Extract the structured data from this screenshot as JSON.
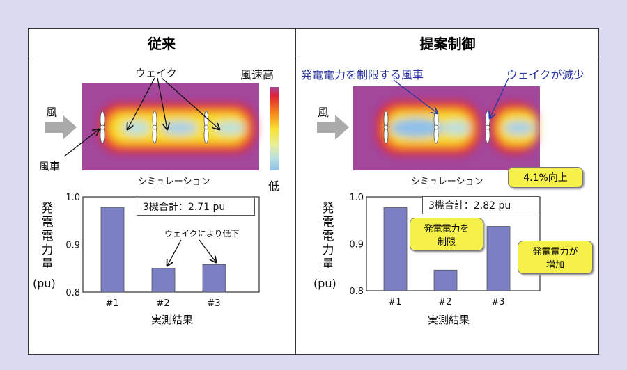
{
  "headers": {
    "left": "従来",
    "right": "提案制御"
  },
  "left": {
    "wake_label": "ウェイク",
    "wind_label": "風",
    "turbine_label": "風車",
    "sim_label": "シミュレーション",
    "scale_high": "風速高",
    "scale_low": "低",
    "total": "3機合計：2.71 pu",
    "annotation": "ウェイクにより低下",
    "ylabel": [
      "発",
      "電",
      "電",
      "力",
      "量"
    ],
    "yunit": "(pu)",
    "xlabel": "実測結果"
  },
  "right": {
    "limit_label": "発電電力を制限する風車",
    "wake_reduced": "ウェイクが減少",
    "wind_label": "風",
    "sim_label": "シミュレーション",
    "total": "3機合計：2.82 pu",
    "improve": "4.1%向上",
    "bubble_limit": [
      "発電電力を",
      "制限"
    ],
    "bubble_increase": [
      "発電電力が",
      "増加"
    ],
    "ylabel": [
      "発",
      "電",
      "電",
      "力",
      "量"
    ],
    "yunit": "(pu)",
    "xlabel": "実測結果"
  },
  "colors": {
    "bar": "#7b7fc4",
    "field": "#a3479b",
    "bubble": "#f5f04a",
    "arrow": "#aaaaaa"
  },
  "chart_data": [
    {
      "type": "bar",
      "title": "従来",
      "categories": [
        "#1",
        "#2",
        "#3"
      ],
      "values": [
        0.978,
        0.85,
        0.858
      ],
      "ylim": [
        0.8,
        1.0
      ],
      "yticks": [
        "0.8",
        "0.9",
        "1.0"
      ],
      "ylabel": "発電電力量 (pu)",
      "xlabel": "実測結果"
    },
    {
      "type": "bar",
      "title": "提案制御",
      "categories": [
        "#1",
        "#2",
        "#3"
      ],
      "values": [
        0.977,
        0.844,
        0.937
      ],
      "ylim": [
        0.8,
        1.0
      ],
      "yticks": [
        "0.8",
        "0.9",
        "1.0"
      ],
      "ylabel": "発電電力量 (pu)",
      "xlabel": "実測結果"
    }
  ]
}
